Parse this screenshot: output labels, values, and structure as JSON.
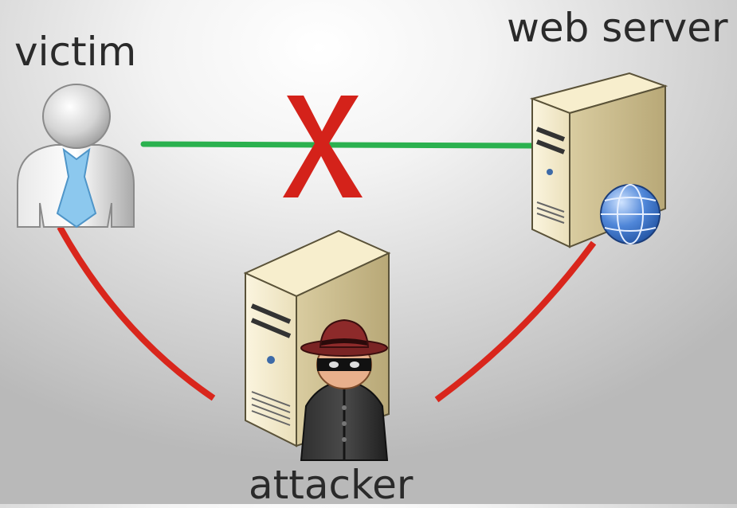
{
  "diagram": {
    "nodes": {
      "victim": {
        "label": "victim",
        "icon": "user-icon"
      },
      "server": {
        "label": "web server",
        "icon": "server-globe-icon"
      },
      "attacker": {
        "label": "attacker",
        "icon": "server-spy-icon"
      }
    },
    "connections": [
      {
        "from": "victim",
        "to": "server",
        "color": "#2bb14f",
        "status": "blocked",
        "marker": "X"
      },
      {
        "from": "victim",
        "to": "attacker",
        "color": "#d9261c"
      },
      {
        "from": "attacker",
        "to": "server",
        "color": "#d9261c"
      }
    ],
    "colors": {
      "blocked_marker": "#d4221a",
      "direct_link": "#2bb14f",
      "intercept_link": "#d9261c"
    }
  }
}
